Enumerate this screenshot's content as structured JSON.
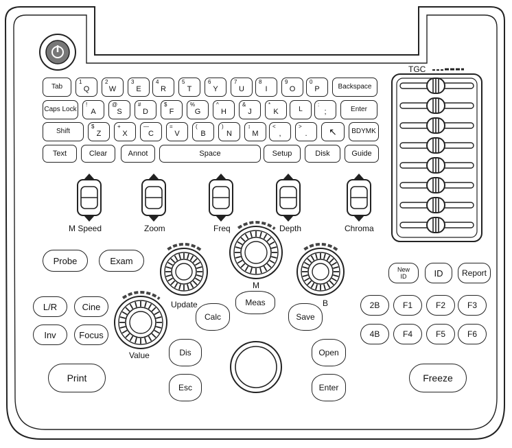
{
  "tgc": {
    "label": "TGC",
    "slider_count": 8
  },
  "keyboard": {
    "row1": [
      {
        "sym": "",
        "main": "Tab"
      },
      {
        "sym": "1",
        "main": "Q"
      },
      {
        "sym": "2",
        "main": "W"
      },
      {
        "sym": "3",
        "main": "E"
      },
      {
        "sym": "4",
        "main": "R"
      },
      {
        "sym": "5",
        "main": "T"
      },
      {
        "sym": "6",
        "main": "Y"
      },
      {
        "sym": "7",
        "main": "U"
      },
      {
        "sym": "8",
        "main": "I"
      },
      {
        "sym": "9",
        "main": "O"
      },
      {
        "sym": "0",
        "main": "P"
      },
      {
        "sym": "",
        "main": "Backspace"
      }
    ],
    "row2": [
      {
        "sym": "",
        "main": "Caps Lock"
      },
      {
        "sym": "!",
        "main": "A"
      },
      {
        "sym": "@",
        "main": "S"
      },
      {
        "sym": "#",
        "main": "D"
      },
      {
        "sym": "$",
        "main": "F"
      },
      {
        "sym": "%",
        "main": "G"
      },
      {
        "sym": "^",
        "main": "H"
      },
      {
        "sym": "&",
        "main": "J"
      },
      {
        "sym": "*",
        "main": "K"
      },
      {
        "sym": "",
        "main": "L"
      },
      {
        "sym": ":",
        "main": ";"
      },
      {
        "sym": "",
        "main": "Enter"
      }
    ],
    "row3": [
      {
        "sym": "",
        "main": "Shift"
      },
      {
        "sym": "$",
        "main": "Z"
      },
      {
        "sym": "+",
        "main": "X"
      },
      {
        "sym": "—",
        "main": "C"
      },
      {
        "sym": "=",
        "main": "V"
      },
      {
        "sym": "(",
        "main": "B"
      },
      {
        "sym": ")",
        "main": "N"
      },
      {
        "sym": "↕",
        "main": "M"
      },
      {
        "sym": "<",
        "main": ","
      },
      {
        "sym": ">",
        "main": "."
      },
      {
        "sym": "",
        "main": ""
      },
      {
        "sym": "",
        "main": "BDYMK"
      }
    ],
    "row4": [
      "Text",
      "Clear",
      "Annot",
      "Space",
      "Setup",
      "Disk",
      "Guide"
    ]
  },
  "rockers": [
    "M Speed",
    "Zoom",
    "Freq",
    "Depth",
    "Chroma"
  ],
  "buttons": {
    "probe": "Probe",
    "exam": "Exam",
    "lr": "L/R",
    "cine": "Cine",
    "inv": "Inv",
    "focus": "Focus",
    "print": "Print",
    "freeze": "Freeze",
    "new_id": [
      "New",
      "ID"
    ],
    "id": "ID",
    "report": "Report",
    "f_keys": [
      "2B",
      "F1",
      "F2",
      "F3",
      "4B",
      "F4",
      "F5",
      "F6"
    ],
    "calc": "Calc",
    "meas": "Meas",
    "save": "Save",
    "dis": "Dis",
    "esc": "Esc",
    "open": "Open",
    "enter": "Enter"
  },
  "knobs": {
    "update": "Update",
    "m": "M",
    "b": "B",
    "value": "Value"
  }
}
